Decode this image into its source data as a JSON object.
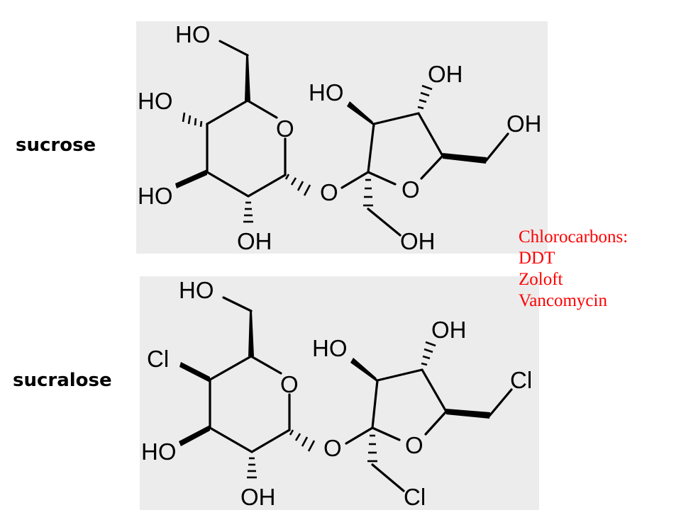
{
  "molecules": [
    {
      "name": "sucrose",
      "atoms": {
        "ho_top": "HO",
        "ho_left_upper": "HO",
        "ring_o_glc": "O",
        "ho_left_lower": "HO",
        "oh_bottom": "OH",
        "glyco_o": "O",
        "ho_fru": "HO",
        "oh_fru_top": "OH",
        "sub_right": "OH",
        "ring_o_fru": "O",
        "sub_bottom": "OH"
      }
    },
    {
      "name": "sucralose",
      "atoms": {
        "ho_top": "HO",
        "cl_left": "Cl",
        "ring_o_glc": "O",
        "ho_left_lower": "HO",
        "oh_bottom": "OH",
        "glyco_o": "O",
        "ho_fru": "HO",
        "oh_fru_top": "OH",
        "sub_right": "Cl",
        "ring_o_fru": "O",
        "sub_bottom": "Cl"
      }
    }
  ],
  "note": {
    "heading": "Chlorocarbons:",
    "items": [
      "DDT",
      "Zoloft",
      "Vancomycin"
    ]
  },
  "colors": {
    "note_text": "#ff0000",
    "panel_background": "#ececec"
  }
}
